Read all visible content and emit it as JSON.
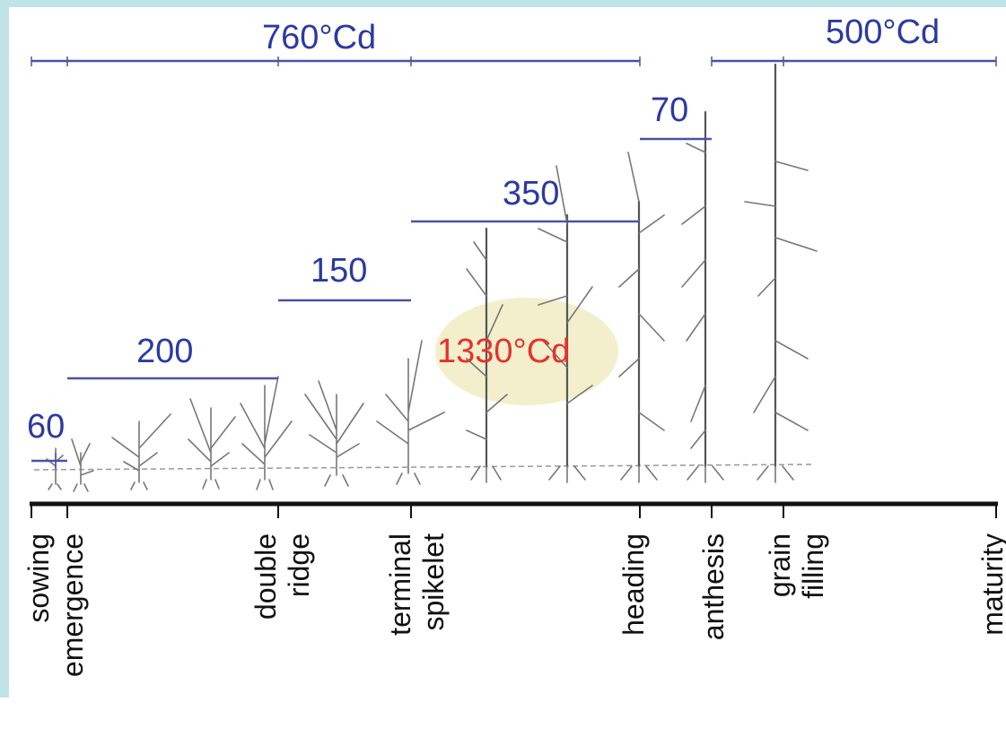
{
  "durations": {
    "sowing_to_heading": "760°Cd",
    "anthesis_to_maturity": "500°Cd",
    "sowing_to_emergence": "60",
    "emergence_to_double_ridge": "200",
    "double_ridge_to_terminal_spikelet": "150",
    "terminal_spikelet_to_heading": "350",
    "heading_to_anthesis": "70",
    "total": "1330°Cd"
  },
  "stages": [
    {
      "label_lines": [
        "sowing"
      ]
    },
    {
      "label_lines": [
        "emergence"
      ]
    },
    {
      "label_lines": [
        "double",
        "ridge"
      ]
    },
    {
      "label_lines": [
        "terminal",
        "spikelet"
      ]
    },
    {
      "label_lines": [
        "heading"
      ]
    },
    {
      "label_lines": [
        "anthesis"
      ]
    },
    {
      "label_lines": [
        "grain",
        "filling"
      ]
    },
    {
      "label_lines": [
        "maturity"
      ]
    }
  ],
  "colors": {
    "background": "#bfe3e6",
    "duration_blue": "#2b3aa0",
    "total_red": "#e5322d",
    "highlight": "#f3efcc",
    "axis": "#111111"
  }
}
